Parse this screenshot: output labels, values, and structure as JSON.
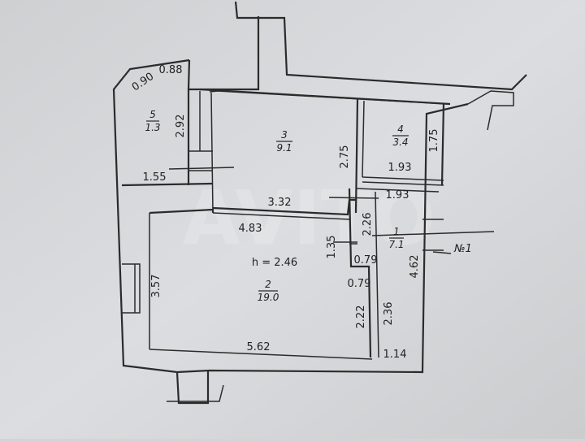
{
  "rooms": [
    {
      "number": "5",
      "area": "1.3"
    },
    {
      "number": "3",
      "area": "9.1"
    },
    {
      "number": "4",
      "area": "3.4"
    },
    {
      "number": "1",
      "area": "7.1"
    },
    {
      "number": "2",
      "area": "19.0"
    }
  ],
  "ceiling_height": "h = 2.46",
  "dimensions": {
    "d090": "0.90",
    "d088": "0.88",
    "d292": "2.92",
    "d155": "1.55",
    "d275": "2.75",
    "d175": "1.75",
    "d193a": "1.93",
    "d193b": "1.93",
    "d332": "3.32",
    "d483": "4.83",
    "d226": "2.26",
    "d135": "1.35",
    "d079a": "0.79",
    "d079b": "0.79",
    "d357": "3.57",
    "d462": "4.62",
    "d222": "2.22",
    "d236": "2.36",
    "d562": "5.62",
    "d114": "1.14"
  },
  "entrance_label": "№1",
  "watermark": "AVITO"
}
